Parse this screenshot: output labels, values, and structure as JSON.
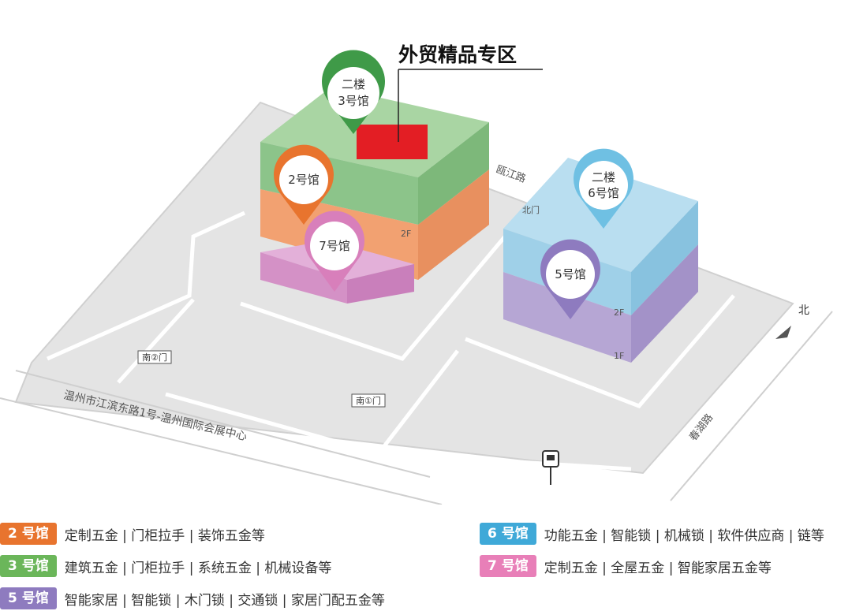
{
  "title": "外贸精品专区",
  "halls": {
    "h3": {
      "line1": "二楼",
      "line2": "3号馆"
    },
    "h2": {
      "line1": "2号馆"
    },
    "h7": {
      "line1": "7号馆"
    },
    "h6": {
      "line1": "二楼",
      "line2": "6号馆"
    },
    "h5": {
      "line1": "5号馆"
    }
  },
  "floors": {
    "f2": "2F",
    "f1": "1F"
  },
  "gates": {
    "south1": "南①门",
    "south2": "南②门",
    "north": "北门"
  },
  "roads": {
    "ou_jiang": "瓯江路",
    "binjiang": "温州市江滨东路1号-温州国际会展中心",
    "side": "春湖路"
  },
  "compass": "北",
  "legend": [
    {
      "badge": "2 号馆",
      "color": "#e8742e",
      "desc": "定制五金 | 门柜拉手 | 装饰五金等"
    },
    {
      "badge": "3 号馆",
      "color": "#6bb65a",
      "desc": "建筑五金 | 门柜拉手 | 系统五金 | 机械设备等"
    },
    {
      "badge": "5 号馆",
      "color": "#8e7bbf",
      "desc": "智能家居 | 智能锁 | 木门锁 | 交通锁 | 家居门配五金等"
    },
    {
      "badge": "6 号馆",
      "color": "#3fa9d8",
      "desc": "功能五金 | 智能锁 | 机械锁 | 软件供应商 | 链等"
    },
    {
      "badge": "7 号馆",
      "color": "#e87fb8",
      "desc": "定制五金 | 全屋五金 | 智能家居五金等"
    }
  ],
  "colors": {
    "green": "#8cc48a",
    "orange": "#f2a171",
    "pink": "#d491c6",
    "blue": "#9fd0e8",
    "purple": "#b6a6d4",
    "highlight": "#e31e24"
  }
}
